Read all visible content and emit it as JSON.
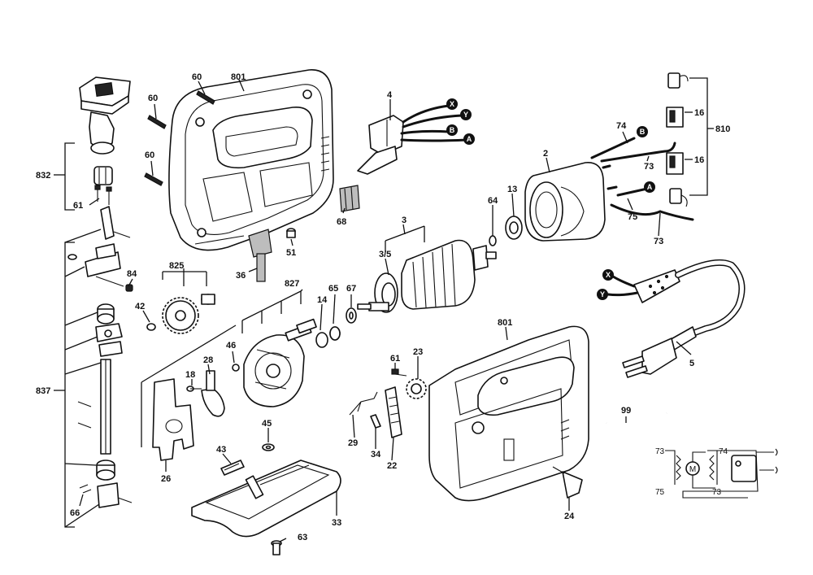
{
  "labels": {
    "l832": "832",
    "l61a": "61",
    "l837": "837",
    "l84": "84",
    "l66": "66",
    "l60a": "60",
    "l60b": "60",
    "l60c": "60",
    "l801a": "801",
    "l801b": "801",
    "l4": "4",
    "l68": "68",
    "l36": "36",
    "l51": "51",
    "l825": "825",
    "l42": "42",
    "l827": "827",
    "l65": "65",
    "l67": "67",
    "l14": "14",
    "l46": "46",
    "l28": "28",
    "l18": "18",
    "l26": "26",
    "l45": "45",
    "l43": "43",
    "l33": "33",
    "l63": "63",
    "l3": "3",
    "l35": "3/5",
    "l64": "64",
    "l13": "13",
    "l2": "2",
    "l74": "74",
    "l73a": "73",
    "l75": "75",
    "l73b": "73",
    "l16a": "16",
    "l16b": "16",
    "l810": "810",
    "l5": "5",
    "l61b": "61",
    "l23": "23",
    "l29": "29",
    "l34": "34",
    "l22": "22",
    "l24": "24",
    "l99": "99",
    "s73a": "73",
    "s74": "74",
    "s75": "75",
    "s73b": "73",
    "sM": "M"
  },
  "wire_tags": {
    "x1": "X",
    "y1": "Y",
    "b1": "B",
    "a1": "A",
    "b2": "B",
    "a2": "A",
    "x2": "X",
    "y2": "Y"
  }
}
